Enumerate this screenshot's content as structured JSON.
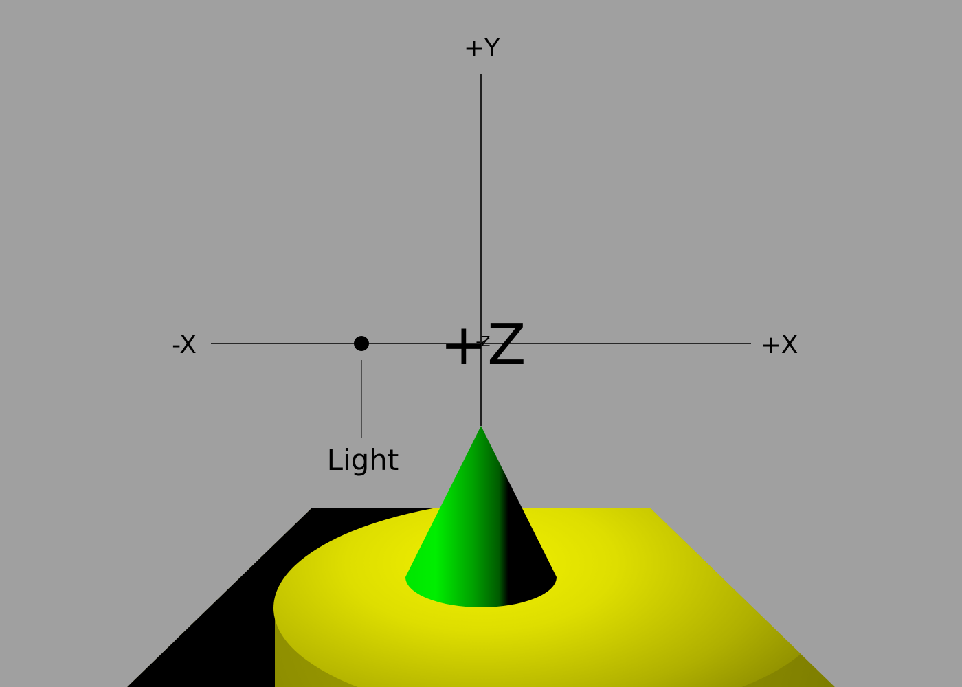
{
  "labels": {
    "plus_y": "+Y",
    "minus_x": "-X",
    "plus_x": "+X",
    "plus_z": "+Z",
    "minus_z": "-Z",
    "light": "Light"
  },
  "colors": {
    "background": "#a0a0a0",
    "floor_lit": "#e8e800",
    "floor_mid": "#b4b400",
    "floor_far": "#7a7a00",
    "shadow": "#000000",
    "cone_lit": "#00ee00",
    "cone_mid": "#009600",
    "cone_dark": "#000000",
    "axis_line": "#000000",
    "light_dot": "#000000"
  }
}
